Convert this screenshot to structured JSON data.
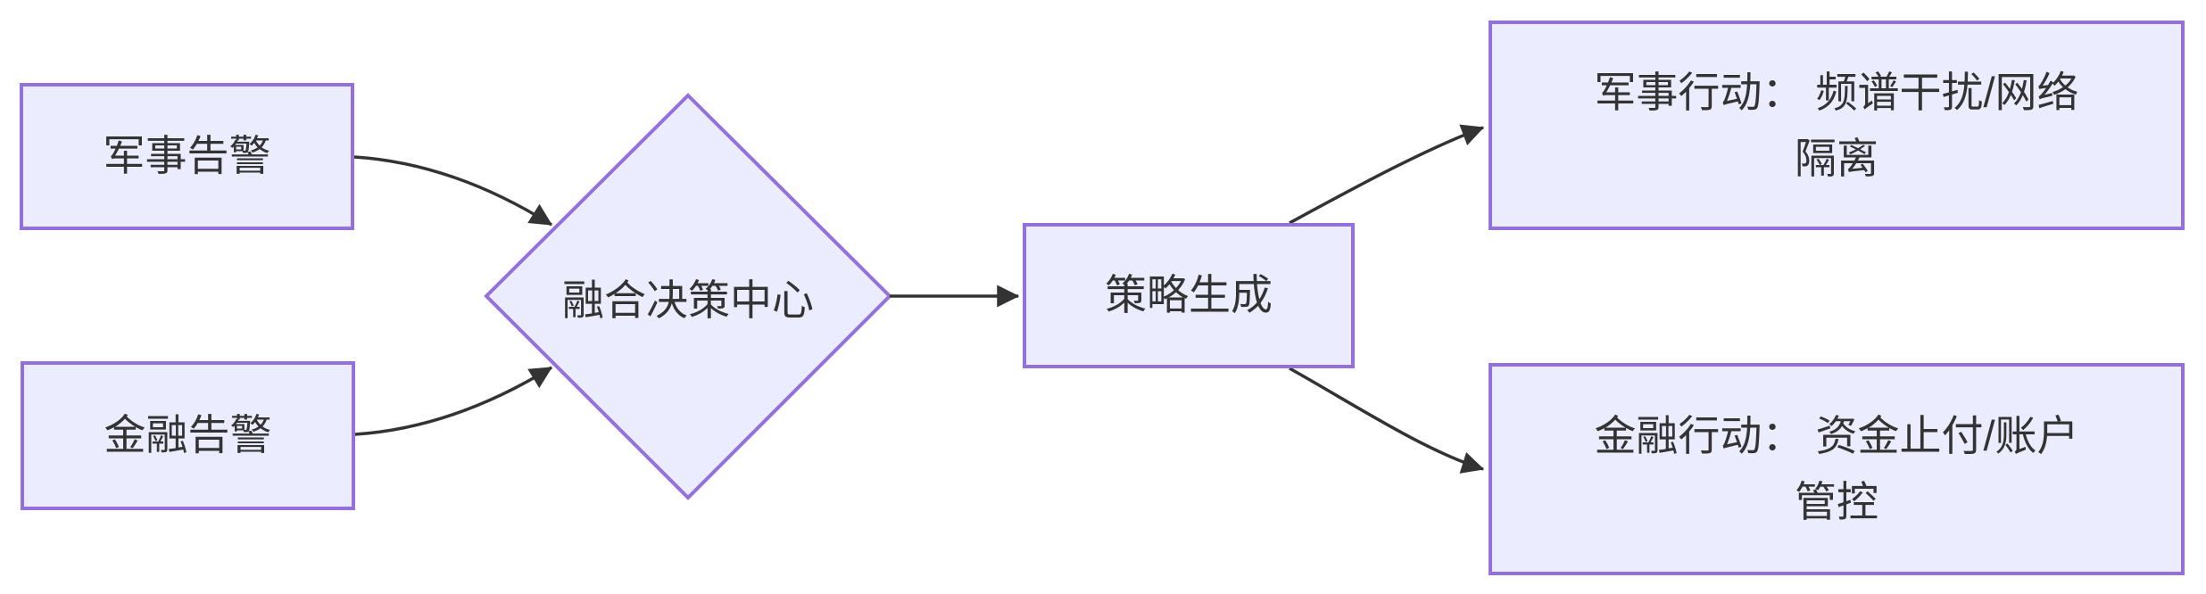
{
  "diagram": {
    "type": "flowchart",
    "direction": "left-to-right",
    "colors": {
      "node_fill": "#ECECFF",
      "node_border": "#9370DB",
      "edge": "#333333",
      "text": "#333333",
      "background": "#FFFFFF"
    },
    "nodes": {
      "military_alert": {
        "shape": "rect",
        "label": "军事告警"
      },
      "financial_alert": {
        "shape": "rect",
        "label": "金融告警"
      },
      "fusion_center": {
        "shape": "diamond",
        "label": "融合决策中心"
      },
      "strategy_gen": {
        "shape": "rect",
        "label": "策略生成"
      },
      "military_action": {
        "shape": "rect",
        "label": "军事行动： 频谱干扰/网络隔离",
        "line1": "军事行动： 频谱干扰/网络",
        "line2": "隔离"
      },
      "financial_action": {
        "shape": "rect",
        "label": "金融行动： 资金止付/账户管控",
        "line1": "金融行动： 资金止付/账户",
        "line2": "管控"
      }
    },
    "edges": [
      {
        "from": "military_alert",
        "to": "fusion_center"
      },
      {
        "from": "financial_alert",
        "to": "fusion_center"
      },
      {
        "from": "fusion_center",
        "to": "strategy_gen"
      },
      {
        "from": "strategy_gen",
        "to": "military_action"
      },
      {
        "from": "strategy_gen",
        "to": "financial_action"
      }
    ]
  }
}
